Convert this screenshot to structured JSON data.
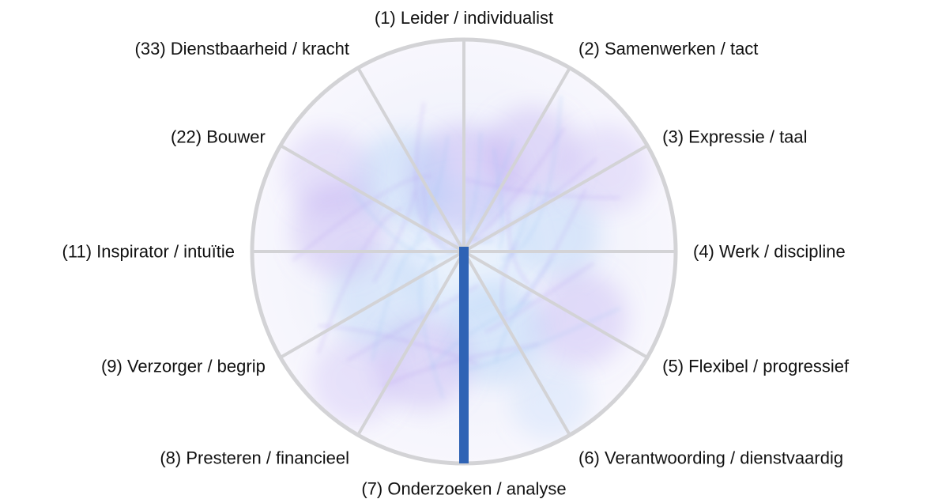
{
  "chart_data": {
    "type": "radial-bar",
    "categories": [
      "(1) Leider / individualist",
      "(2) Samenwerken / tact",
      "(3) Expressie / taal",
      "(4) Werk / discipline",
      "(5) Flexibel / progressief",
      "(6) Verantwoording / dienstvaardig",
      "(7) Onderzoeken / analyse",
      "(8) Presteren / financieel",
      "(9) Verzorger / begrip",
      "(11) Inspirator / intuïtie",
      "(22) Bouwer",
      "(33) Dienstbaarheid / kracht"
    ],
    "values": [
      0,
      0,
      0,
      0,
      0,
      0,
      1,
      0,
      0,
      0,
      0,
      0
    ],
    "scale_max": 1
  },
  "colors": {
    "rim": "#d3d3d6",
    "spoke": "#d3d3d6",
    "bar": "#2f63b5",
    "glow_purple": "#b39cf0",
    "glow_blue": "#9fc6f5",
    "label": "#111111"
  }
}
